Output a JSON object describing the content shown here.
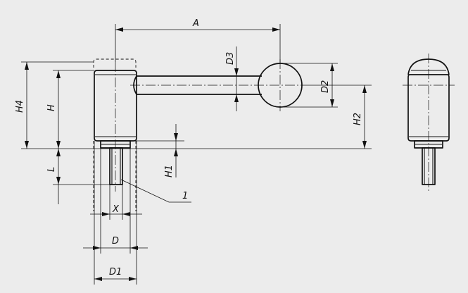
{
  "labels": {
    "A": "A",
    "D3": "D3",
    "D2": "D2",
    "H4": "H4",
    "H": "H",
    "H2": "H2",
    "H1": "H1",
    "L": "L",
    "callout_1": "1",
    "X": "X",
    "D": "D",
    "D1": "D1"
  }
}
